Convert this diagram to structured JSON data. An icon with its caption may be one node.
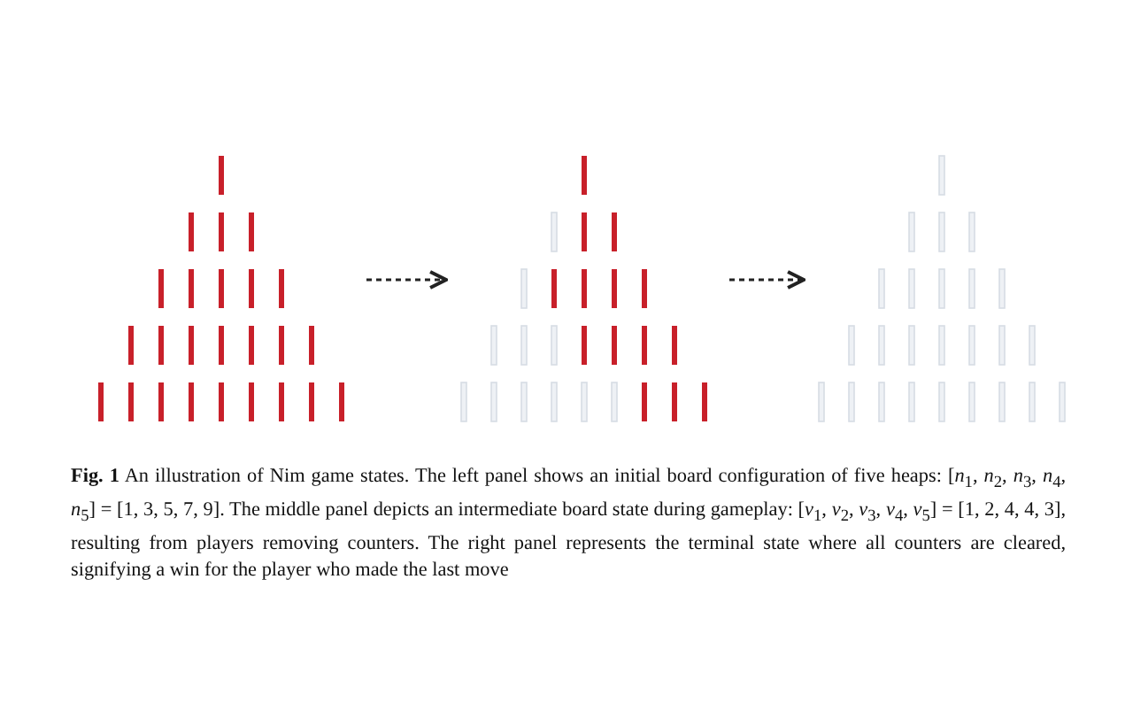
{
  "diagram": {
    "caption": "**Fig. 1** An illustration of Nim game states. The left panel shows an initial board configuration of five heaps: [*n*$_{1}$, *n*$_{2}$, *n*$_{3}$, *n*$_{4}$, *n*$_{5}$] = [1, 3, 5, 7, 9]. The middle panel depicts an intermediate board state during gameplay: [*v*$_{1}$, *v*$_{2}$, *v*$_{3}$, *v*$_{4}$, *v*$_{5}$] = [1, 2, 4, 4, 3], resulting from players removing counters. The right panel represents the terminal state where all counters are cleared, signifying a win for the player who made the last move",
    "nodes": [
      {
        "text": [],
        "shape": "picture"
      },
      {
        "text": [],
        "shape": "picture"
      },
      {
        "text": [],
        "shape": "picture"
      }
    ],
    "edges": [
      {
        "from": 0,
        "to": 1,
        "arrow": "to",
        "style": "dashed"
      },
      {
        "from": 1,
        "to": 2,
        "arrow": "to",
        "style": "dashed"
      }
    ]
  }
}
